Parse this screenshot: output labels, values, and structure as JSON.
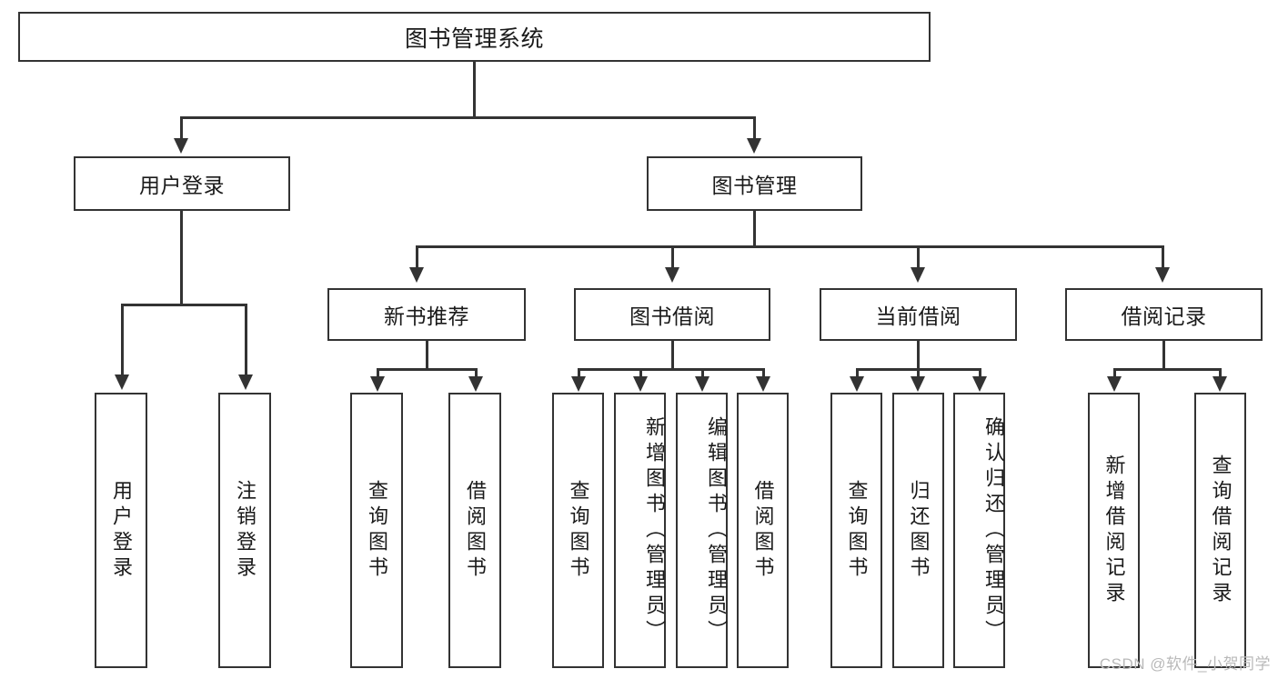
{
  "diagram": {
    "title": "图书管理系统",
    "root": {
      "label": "图书管理系统"
    },
    "level1": [
      {
        "label": "用户登录"
      },
      {
        "label": "图书管理"
      }
    ],
    "level2": [
      {
        "label": "新书推荐"
      },
      {
        "label": "图书借阅"
      },
      {
        "label": "当前借阅"
      },
      {
        "label": "借阅记录"
      }
    ],
    "leaves": {
      "user_login": [
        {
          "label": "用户登录"
        },
        {
          "label": "注销登录"
        }
      ],
      "new_book": [
        {
          "label": "查询图书"
        },
        {
          "label": "借阅图书"
        }
      ],
      "book_borrow": [
        {
          "label": "查询图书"
        },
        {
          "label": "新增图书（管理员）"
        },
        {
          "label": "编辑图书（管理员）"
        },
        {
          "label": "借阅图书"
        }
      ],
      "current_borrow": [
        {
          "label": "查询图书"
        },
        {
          "label": "归还图书"
        },
        {
          "label": "确认归还（管理员）"
        }
      ],
      "borrow_record": [
        {
          "label": "新增借阅记录"
        },
        {
          "label": "查询借阅记录"
        }
      ]
    }
  },
  "watermark": {
    "text": "CSDN @软件_小贺同学"
  },
  "colors": {
    "stroke": "#333333",
    "text": "#1a1a1a",
    "background": "#ffffff",
    "watermark": "#b9b9b9"
  }
}
